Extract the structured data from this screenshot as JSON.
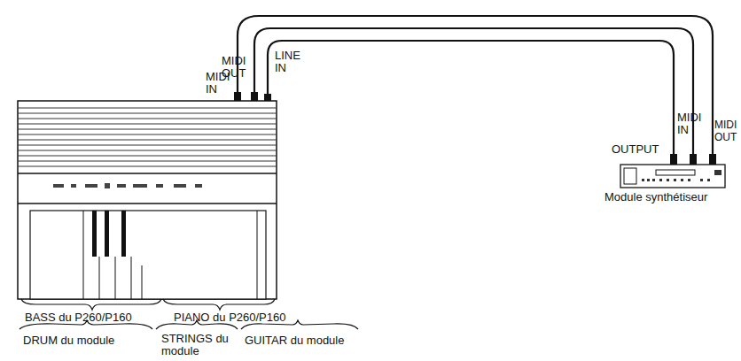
{
  "diagram": {
    "labels": [
      "MIDI IN",
      "MIDI OUT",
      "LINE IN",
      "OUTPUT",
      "MIDI IN",
      "MIDI OUT",
      "Module synthétiseur",
      "BASS du P260/P160",
      "PIANO du P260/P160",
      "DRUM du module",
      "STRINGS du module",
      "GUITAR du module"
    ]
  }
}
